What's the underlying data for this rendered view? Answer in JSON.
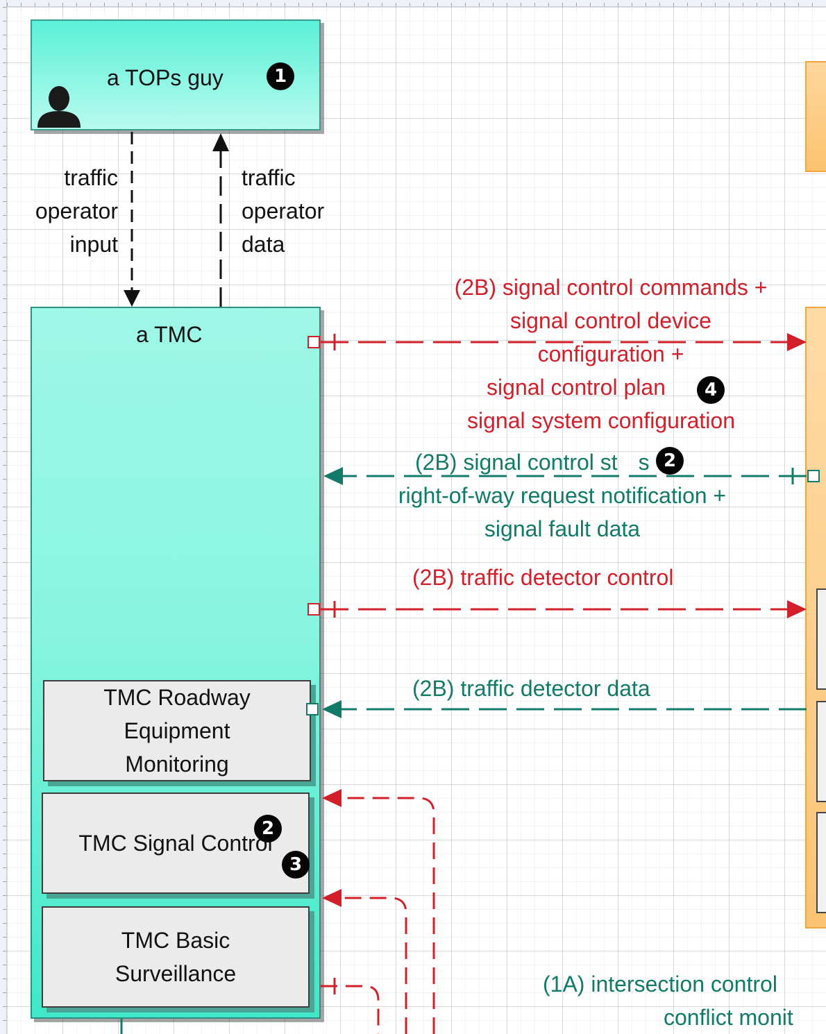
{
  "actors": {
    "tops": {
      "label": "a TOPs guy",
      "badge": "1"
    },
    "tmc": {
      "label": "a TMC"
    }
  },
  "subsystems": [
    {
      "label": "TMC Roadway Equipment Monitoring"
    },
    {
      "label": "TMC Signal Control",
      "badges": [
        "2",
        "3"
      ]
    },
    {
      "label": "TMC Basic Surveillance"
    }
  ],
  "flows": {
    "operator_input": [
      "traffic",
      "operator",
      "input"
    ],
    "operator_data": [
      "traffic",
      "operator",
      "data"
    ],
    "signal_commands": [
      "(2B) signal control commands +",
      "signal control device",
      "configuration +",
      "signal control plan",
      "signal system configuration"
    ],
    "signal_commands_badge": "4",
    "signal_status": [
      "(2B) signal control st",
      "s +",
      "right-of-way request notification +",
      "signal fault data"
    ],
    "signal_status_badge": "2",
    "detector_control": "(2B) traffic detector control",
    "detector_data": "(2B) traffic detector data",
    "intersection": [
      "(1A) intersection control",
      "conflict monit"
    ]
  },
  "colors": {
    "red_flow": "#d21f2a",
    "teal_flow": "#117a68",
    "tmc_fill": "#89f5e0",
    "panel_orange": "#fbc474"
  }
}
